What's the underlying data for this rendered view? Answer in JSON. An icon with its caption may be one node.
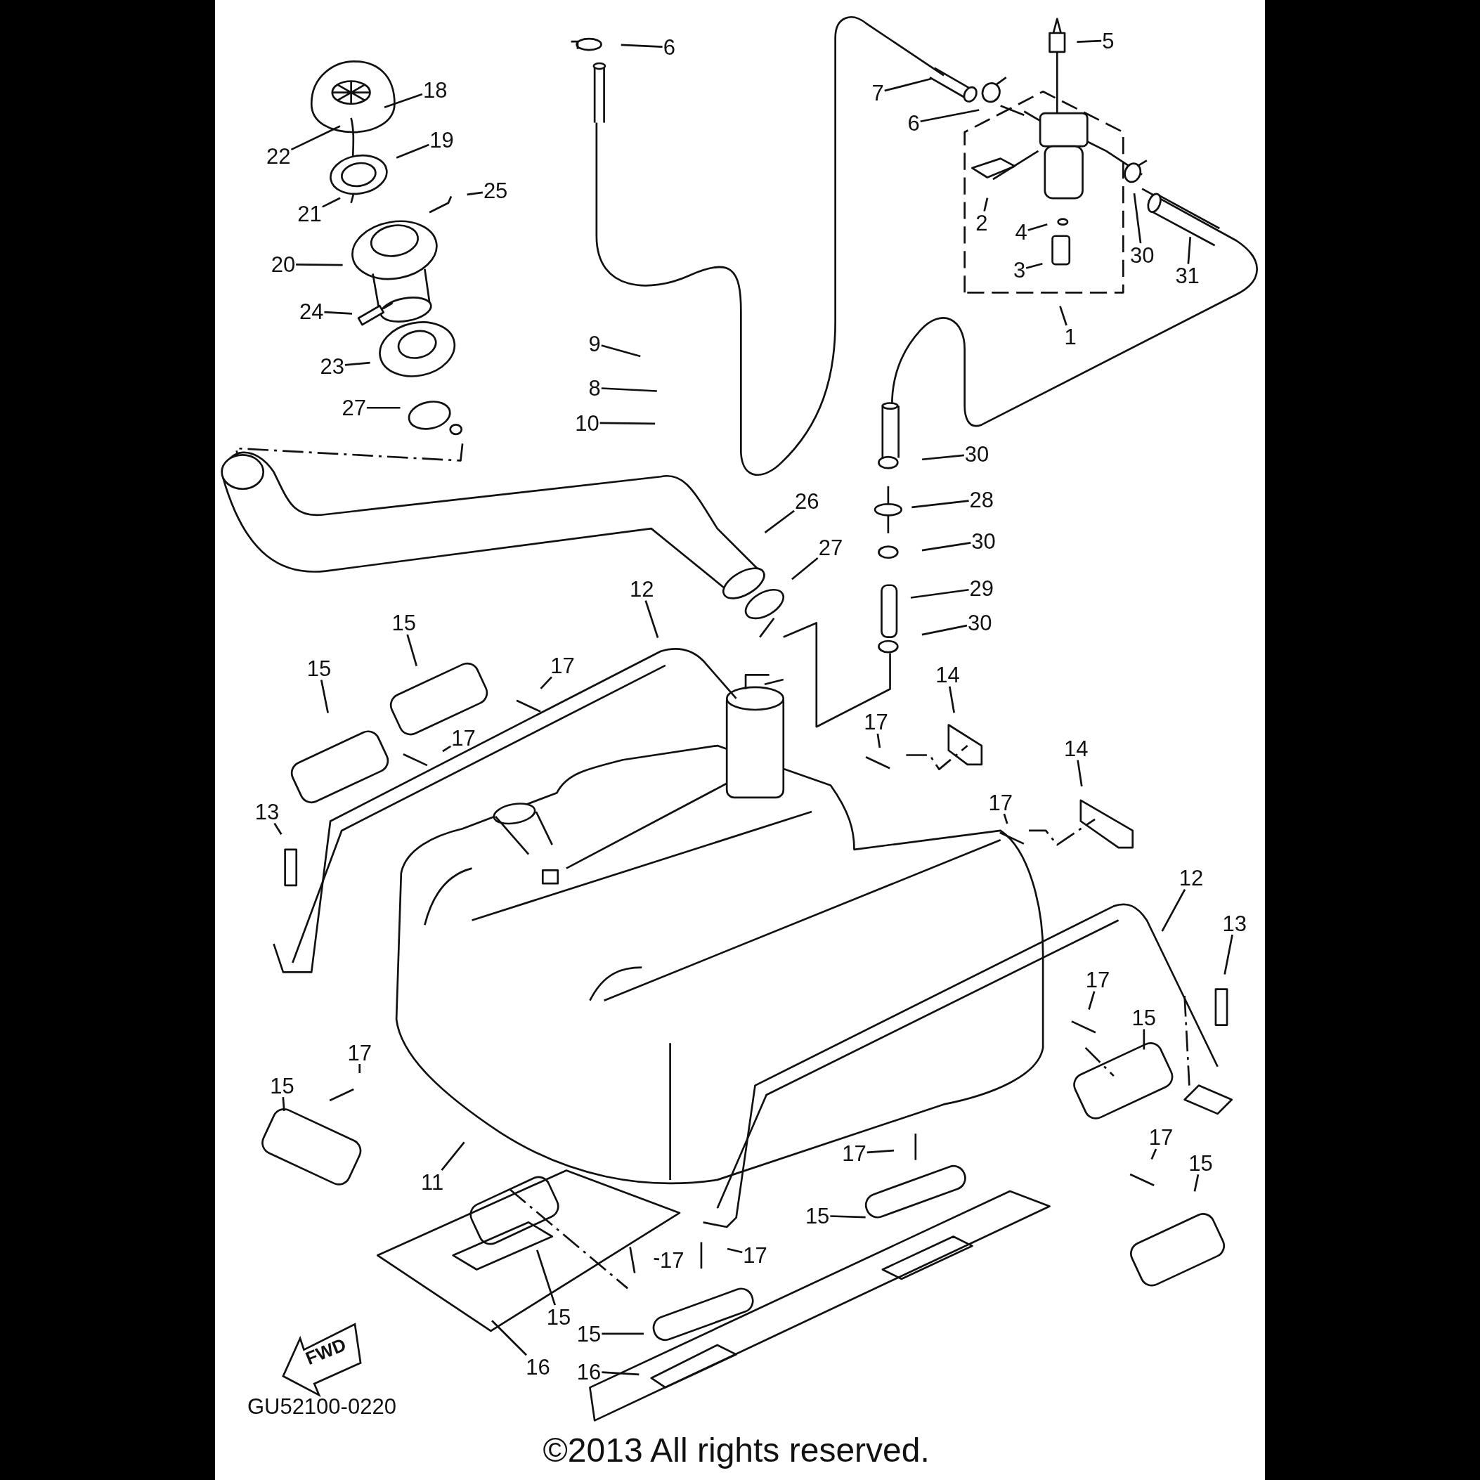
{
  "diagram": {
    "nodes": [
      {
        "text": [
          "6"
        ]
      },
      {
        "text": [
          "5"
        ]
      },
      {
        "text": [
          "18"
        ]
      },
      {
        "text": [
          "7"
        ]
      },
      {
        "text": [
          "6"
        ]
      },
      {
        "text": [
          "19"
        ]
      },
      {
        "text": [
          "22"
        ]
      },
      {
        "text": [
          "25"
        ]
      },
      {
        "text": [
          "21"
        ]
      },
      {
        "text": [
          "2"
        ]
      },
      {
        "text": [
          "4"
        ]
      },
      {
        "text": [
          "30"
        ]
      },
      {
        "text": [
          "31"
        ]
      },
      {
        "text": [
          "3"
        ]
      },
      {
        "text": [
          "20"
        ]
      },
      {
        "text": [
          "24"
        ]
      },
      {
        "text": [
          "1"
        ]
      },
      {
        "text": [
          "9"
        ]
      },
      {
        "text": [
          "23"
        ]
      },
      {
        "text": [
          "8"
        ]
      },
      {
        "text": [
          "27"
        ]
      },
      {
        "text": [
          "10"
        ]
      },
      {
        "text": [
          "30"
        ]
      },
      {
        "text": [
          "26"
        ]
      },
      {
        "text": [
          "28"
        ]
      },
      {
        "text": [
          "30"
        ]
      },
      {
        "text": [
          "27"
        ]
      },
      {
        "text": [
          "29"
        ]
      },
      {
        "text": [
          "12"
        ]
      },
      {
        "text": [
          "15"
        ]
      },
      {
        "text": [
          "30"
        ]
      },
      {
        "text": [
          "15"
        ]
      },
      {
        "text": [
          "17"
        ]
      },
      {
        "text": [
          "14"
        ]
      },
      {
        "text": [
          "17"
        ]
      },
      {
        "text": [
          "17"
        ]
      },
      {
        "text": [
          "14"
        ]
      },
      {
        "text": [
          "13"
        ]
      },
      {
        "text": [
          "17"
        ]
      },
      {
        "text": [
          "12"
        ]
      },
      {
        "text": [
          "13"
        ]
      },
      {
        "text": [
          "17"
        ]
      },
      {
        "text": [
          "15"
        ]
      },
      {
        "text": [
          "17"
        ]
      },
      {
        "text": [
          "15"
        ]
      },
      {
        "text": [
          "11"
        ]
      },
      {
        "text": [
          "17"
        ]
      },
      {
        "text": [
          "17"
        ]
      },
      {
        "text": [
          "15"
        ]
      },
      {
        "text": [
          "15"
        ]
      },
      {
        "text": [
          "17"
        ]
      },
      {
        "text": [
          "17"
        ]
      },
      {
        "text": [
          "15"
        ]
      },
      {
        "text": [
          "15"
        ]
      },
      {
        "text": [
          "16"
        ]
      },
      {
        "text": [
          "16"
        ]
      }
    ],
    "edges": [
      {
        "from": 0,
        "to": null,
        "arrow": "none"
      },
      {
        "from": 1,
        "to": null,
        "arrow": "none"
      },
      {
        "from": 2,
        "to": null,
        "arrow": "none"
      },
      {
        "from": 3,
        "to": null,
        "arrow": "none"
      },
      {
        "from": 4,
        "to": null,
        "arrow": "none"
      },
      {
        "from": 5,
        "to": null,
        "arrow": "none"
      },
      {
        "from": 6,
        "to": null,
        "arrow": "none"
      },
      {
        "from": 7,
        "to": null,
        "arrow": "none"
      },
      {
        "from": 8,
        "to": null,
        "arrow": "none"
      },
      {
        "from": 9,
        "to": null,
        "arrow": "none"
      },
      {
        "from": 10,
        "to": null,
        "arrow": "none"
      },
      {
        "from": 11,
        "to": null,
        "arrow": "none"
      },
      {
        "from": 12,
        "to": null,
        "arrow": "none"
      },
      {
        "from": 13,
        "to": null,
        "arrow": "none"
      },
      {
        "from": 14,
        "to": null,
        "arrow": "none"
      },
      {
        "from": 15,
        "to": null,
        "arrow": "none"
      },
      {
        "from": 16,
        "to": null,
        "arrow": "none"
      },
      {
        "from": 17,
        "to": null,
        "arrow": "none"
      },
      {
        "from": 18,
        "to": null,
        "arrow": "none"
      },
      {
        "from": 19,
        "to": null,
        "arrow": "none"
      },
      {
        "from": 20,
        "to": null,
        "arrow": "none"
      },
      {
        "from": 21,
        "to": null,
        "arrow": "none"
      },
      {
        "from": 22,
        "to": null,
        "arrow": "none"
      },
      {
        "from": 23,
        "to": null,
        "arrow": "none"
      },
      {
        "from": 24,
        "to": null,
        "arrow": "none"
      },
      {
        "from": 25,
        "to": null,
        "arrow": "none"
      },
      {
        "from": 26,
        "to": null,
        "arrow": "none"
      },
      {
        "from": 27,
        "to": null,
        "arrow": "none"
      },
      {
        "from": 28,
        "to": null,
        "arrow": "none"
      },
      {
        "from": 29,
        "to": null,
        "arrow": "none"
      },
      {
        "from": 30,
        "to": null,
        "arrow": "none"
      },
      {
        "from": 31,
        "to": null,
        "arrow": "none"
      },
      {
        "from": 32,
        "to": null,
        "arrow": "none"
      },
      {
        "from": 33,
        "to": null,
        "arrow": "none"
      },
      {
        "from": 34,
        "to": null,
        "arrow": "none"
      },
      {
        "from": 35,
        "to": null,
        "arrow": "none"
      },
      {
        "from": 36,
        "to": null,
        "arrow": "none"
      },
      {
        "from": 37,
        "to": null,
        "arrow": "none"
      },
      {
        "from": 38,
        "to": null,
        "arrow": "none"
      },
      {
        "from": 39,
        "to": null,
        "arrow": "none"
      },
      {
        "from": 40,
        "to": null,
        "arrow": "none"
      },
      {
        "from": 41,
        "to": null,
        "arrow": "none"
      },
      {
        "from": 42,
        "to": null,
        "arrow": "none"
      },
      {
        "from": 43,
        "to": null,
        "arrow": "none"
      },
      {
        "from": 44,
        "to": null,
        "arrow": "none"
      },
      {
        "from": 45,
        "to": null,
        "arrow": "none"
      },
      {
        "from": 46,
        "to": null,
        "arrow": "none"
      },
      {
        "from": 47,
        "to": null,
        "arrow": "none"
      },
      {
        "from": 48,
        "to": null,
        "arrow": "none"
      },
      {
        "from": 49,
        "to": null,
        "arrow": "none"
      },
      {
        "from": 50,
        "to": null,
        "arrow": "none"
      },
      {
        "from": 51,
        "to": null,
        "arrow": "none"
      },
      {
        "from": 52,
        "to": null,
        "arrow": "none"
      },
      {
        "from": 53,
        "to": null,
        "arrow": "none"
      },
      {
        "from": 54,
        "to": null,
        "arrow": "none"
      },
      {
        "from": 55,
        "to": null,
        "arrow": "none"
      }
    ],
    "labels": [
      "FWD",
      "GU52100-0220",
      "©2013 All rights reserved."
    ]
  }
}
